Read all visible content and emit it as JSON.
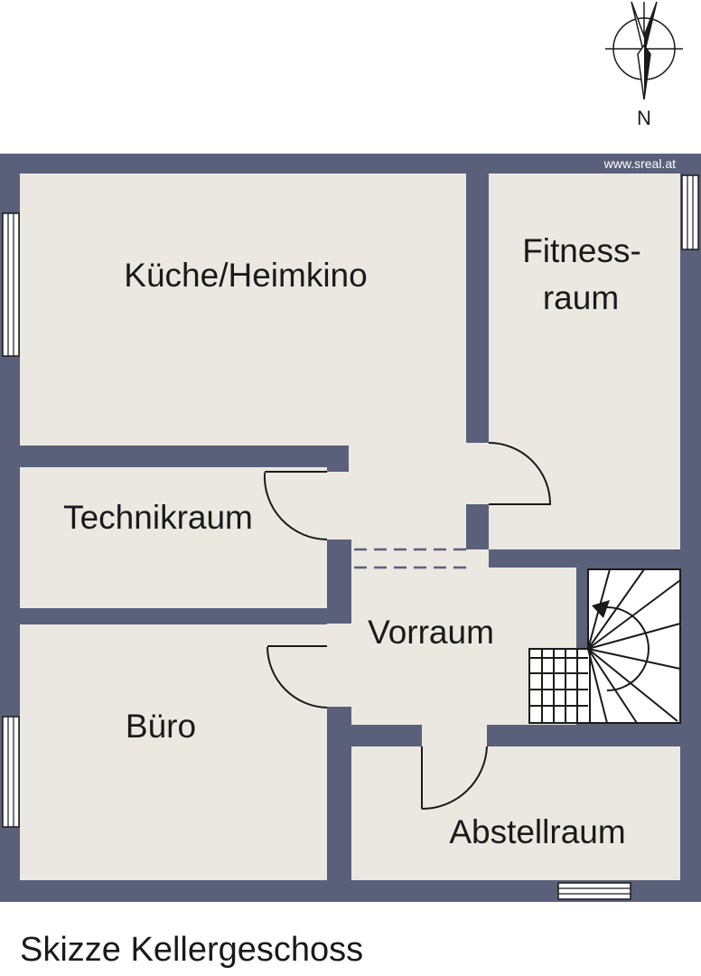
{
  "compass": {
    "north_label": "N"
  },
  "watermark": "www.sreal.at",
  "rooms": {
    "kueche": "Küche/Heimkino",
    "fitness_line1": "Fitness-",
    "fitness_line2": "raum",
    "technik": "Technikraum",
    "vorraum": "Vorraum",
    "buero": "Büro",
    "abstell": "Abstellraum"
  },
  "caption": "Skizze Kellergeschoss",
  "colors": {
    "wall": "#5a6079",
    "floor": "#ebe8e1",
    "line": "#1a1a1a"
  }
}
